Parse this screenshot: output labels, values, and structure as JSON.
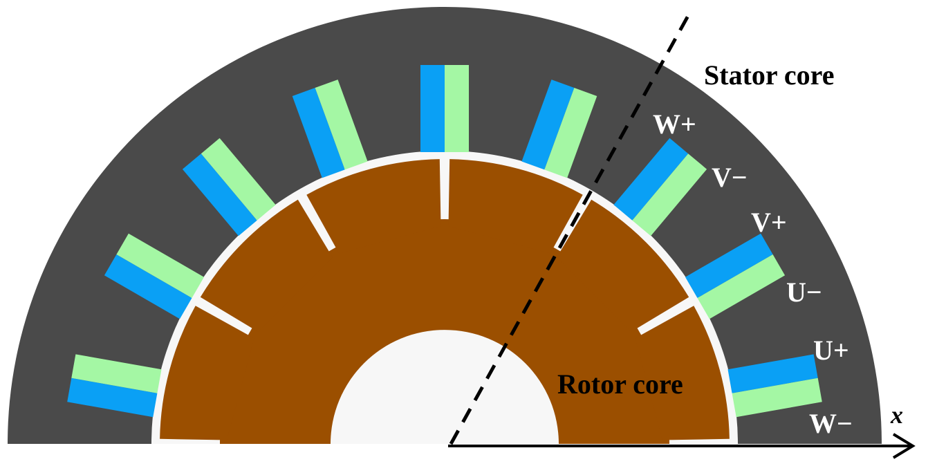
{
  "labels": {
    "stator_core": "Stator core",
    "rotor_core": "Rotor core",
    "axis_x": "x"
  },
  "winding_labels": {
    "w_plus": "W+",
    "v_minus": "V−",
    "v_plus": "V+",
    "u_minus": "U−",
    "u_plus": "U+",
    "w_minus": "W−"
  },
  "colors": {
    "stator": "#4a4a4a",
    "air_gap": "#f7f7f7",
    "rotor": "#9b4f00",
    "coil_blue": "#0aa0f5",
    "coil_green": "#a4f7a4",
    "axis": "#000000"
  },
  "structure": {
    "stator_slots_in_half": 9,
    "rotor_poles_in_half": 6
  }
}
